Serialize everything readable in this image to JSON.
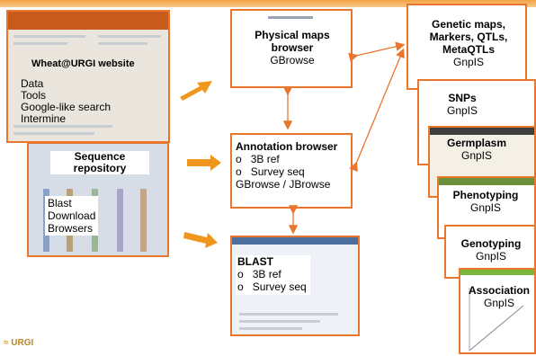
{
  "wheat_box": {
    "title": "Wheat@URGI website",
    "items": [
      "Data",
      "Tools",
      "Google-like search",
      "Intermine"
    ]
  },
  "sequence_box": {
    "title": "Sequence repository",
    "items": [
      "Blast",
      "Download",
      "Browsers"
    ]
  },
  "physical_box": {
    "title_line1": "Physical maps",
    "title_line2": "browser",
    "subtitle": "GBrowse"
  },
  "annotation_box": {
    "title": "Annotation browser",
    "items": [
      "3B ref",
      "Survey seq"
    ],
    "footer": "GBrowse / JBrowse"
  },
  "blast_box": {
    "title": "BLAST",
    "items": [
      "3B ref",
      "Survey seq"
    ]
  },
  "genetic_box": {
    "title_lines": [
      "Genetic maps,",
      "Markers, QTLs,",
      "MetaQTLs"
    ],
    "subtitle": "GnpIS"
  },
  "snps_box": {
    "title": "SNPs",
    "subtitle": "GnpIS"
  },
  "germplasm_box": {
    "title": "Germplasm",
    "subtitle": "GnpIS"
  },
  "phenotyping_box": {
    "title": "Phenotyping",
    "subtitle": "GnpIS"
  },
  "genotyping_box": {
    "title": "Genotyping",
    "subtitle": "GnpIS"
  },
  "association_box": {
    "title": "Association",
    "subtitle": "GnpIS"
  },
  "logo": {
    "text": "URGI"
  },
  "colors": {
    "accent": "#e8762d",
    "arrow": "#f0961c",
    "topbar": "#f2a343"
  }
}
